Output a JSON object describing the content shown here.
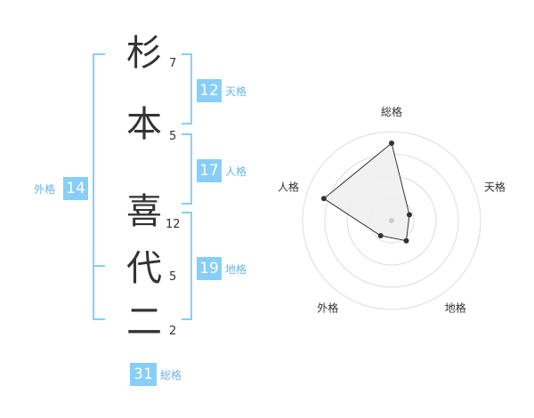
{
  "name": {
    "chars": [
      {
        "char": "杉",
        "strokes": "7"
      },
      {
        "char": "本",
        "strokes": "5"
      },
      {
        "char": "喜",
        "strokes": "12"
      },
      {
        "char": "代",
        "strokes": "5"
      },
      {
        "char": "二",
        "strokes": "2"
      }
    ]
  },
  "fortune": {
    "tenkaku": {
      "value": "12",
      "label": "天格"
    },
    "jinkaku": {
      "value": "17",
      "label": "人格"
    },
    "chikaku": {
      "value": "19",
      "label": "地格"
    },
    "gaikaku": {
      "value": "14",
      "label": "外格"
    },
    "soukaku": {
      "value": "31",
      "label": "総格"
    }
  },
  "radar": {
    "axes": [
      "総格",
      "天格",
      "地格",
      "外格",
      "人格"
    ],
    "values": [
      0.87,
      0.21,
      0.28,
      0.21,
      0.8
    ],
    "rings": 4,
    "line_color": "#333333",
    "fill_color": "#f0f0f0",
    "ring_color": "#dddddd"
  },
  "colors": {
    "accent": "#87cefa",
    "label": "#6ab5e8"
  }
}
